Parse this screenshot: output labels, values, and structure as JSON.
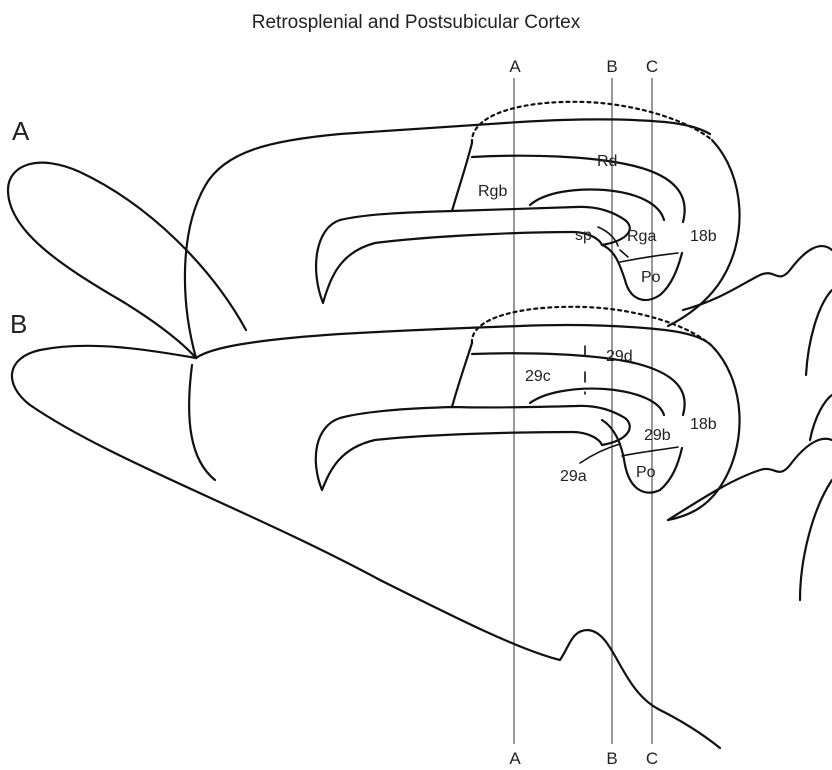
{
  "title": "Retrosplenial and Postsubicular Cortex",
  "panels": [
    "A",
    "B"
  ],
  "section_lines": [
    "A",
    "B",
    "C"
  ],
  "labels_panel_a": [
    "Rd",
    "Rgb",
    "sp",
    "Rga",
    "18b",
    "Po"
  ],
  "labels_panel_b": [
    "29d",
    "29c",
    "29b",
    "18b",
    "29a",
    "Po"
  ],
  "colors": {
    "lines": "#111111",
    "background": "#ffffff"
  }
}
